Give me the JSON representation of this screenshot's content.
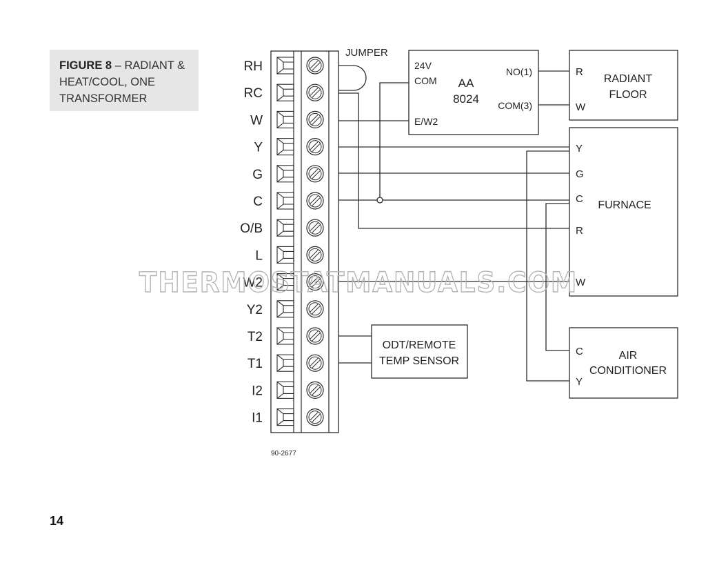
{
  "figure": {
    "label": "FIGURE 8",
    "title_rest": " – RADIANT & HEAT/COOL, ONE TRANSFORMER"
  },
  "terminals": [
    "RH",
    "RC",
    "W",
    "Y",
    "G",
    "C",
    "O/B",
    "L",
    "W2",
    "Y2",
    "T2",
    "T1",
    "I2",
    "I1"
  ],
  "jumper_label": "JUMPER",
  "aa8024": {
    "name_line1": "AA",
    "name_line2": "8024",
    "t_24v": "24V",
    "t_com": "COM",
    "t_ew2": "E/W2",
    "t_no1": "NO(1)",
    "t_com3": "COM(3)"
  },
  "radiant_floor": {
    "line1": "RADIANT",
    "line2": "FLOOR",
    "t_r": "R",
    "t_w": "W"
  },
  "furnace": {
    "name": "FURNACE",
    "t_y": "Y",
    "t_g": "G",
    "t_c": "C",
    "t_r": "R",
    "t_w": "W"
  },
  "air_conditioner": {
    "line1": "AIR",
    "line2": "CONDITIONER",
    "t_c": "C",
    "t_y": "Y"
  },
  "sensor": {
    "line1": "ODT/REMOTE",
    "line2": "TEMP SENSOR"
  },
  "part_number": "90-2677",
  "watermark": "THERMOSTATMANUALS.COM",
  "page_number": "14",
  "colors": {
    "line": "#2a2a2a",
    "caption_bg": "#e6e6e6",
    "watermark": "#b3b3b3"
  }
}
